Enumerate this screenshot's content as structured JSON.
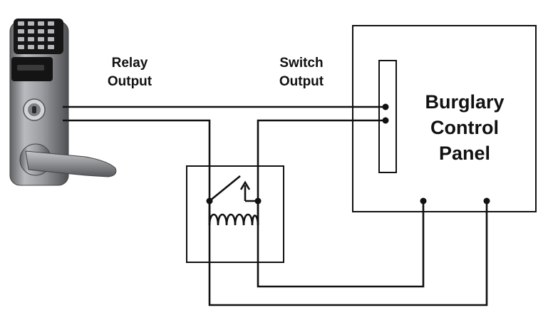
{
  "labels": {
    "relay_line1": "Relay",
    "relay_line2": "Output",
    "switch_line1": "Switch",
    "switch_line2": "Output",
    "panel_line1": "Burglary",
    "panel_line2": "Control",
    "panel_line3": "Panel"
  },
  "colors": {
    "line": "#111111",
    "lock_body": "#8a8c8f",
    "background": "#ffffff"
  },
  "icons": {
    "keypad_lock": "keypad-door-lock-icon",
    "relay": "relay-coil-switch-icon"
  }
}
